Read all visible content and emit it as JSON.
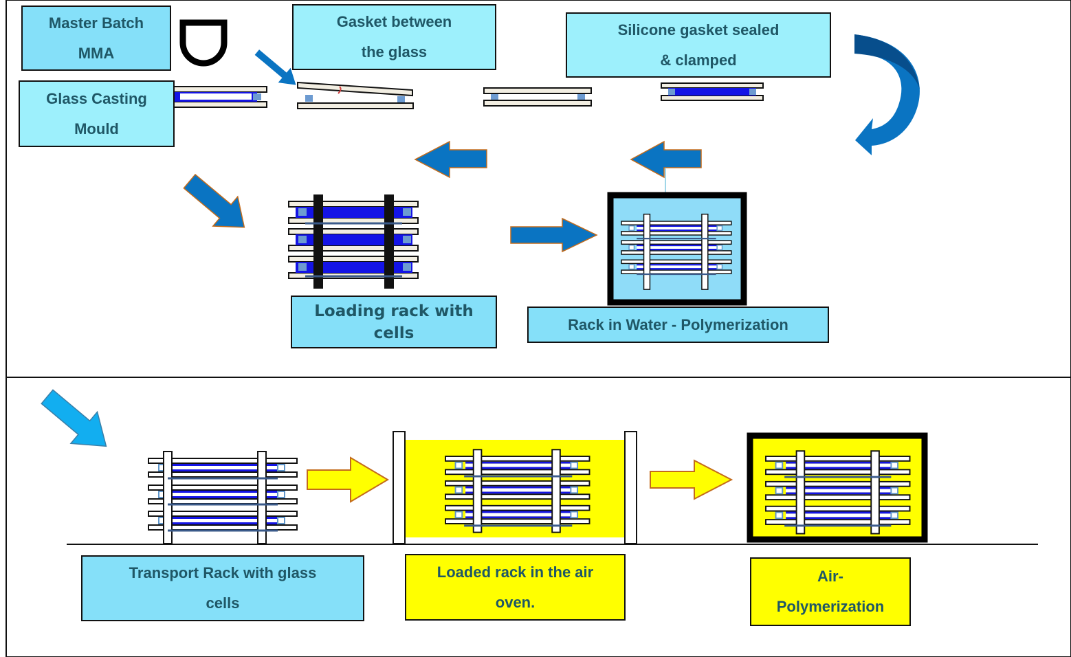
{
  "labels": {
    "master_batch": "Master Batch\nMMA",
    "gasket_between": "Gasket between\nthe glass",
    "silicone_gasket": "Silicone gasket sealed\n& clamped",
    "glass_casting": "Glass Casting\nMould",
    "loading_rack": "Loading rack with\ncells",
    "rack_water": "Rack in Water - Polymerization",
    "transport_rack": "Transport Rack with glass\ncells",
    "loaded_oven": "Loaded rack in the air\noven.",
    "air_poly": "Air-\nPolymerization"
  },
  "colors": {
    "label_cyan": "#85e0f9",
    "label_light_cyan": "#9df0fc",
    "label_yellow": "#ffff00",
    "arrow_blue": "#0a74c2",
    "arrow_light_blue": "#12aef0",
    "arrow_yellow": "#ffff00",
    "cell_fill": "#1414e6",
    "glass_plate": "#f2eee2",
    "water": "#8fdcf8",
    "label_text": "#1f5766"
  },
  "icons": {
    "d_gasket": "d-shaped-gasket-icon",
    "curved_arrow": "curved-return-arrow-icon",
    "arrow_right": "block-arrow-right-icon",
    "arrow_left": "block-arrow-left-icon",
    "arrow_diag": "diagonal-arrow-icon"
  }
}
